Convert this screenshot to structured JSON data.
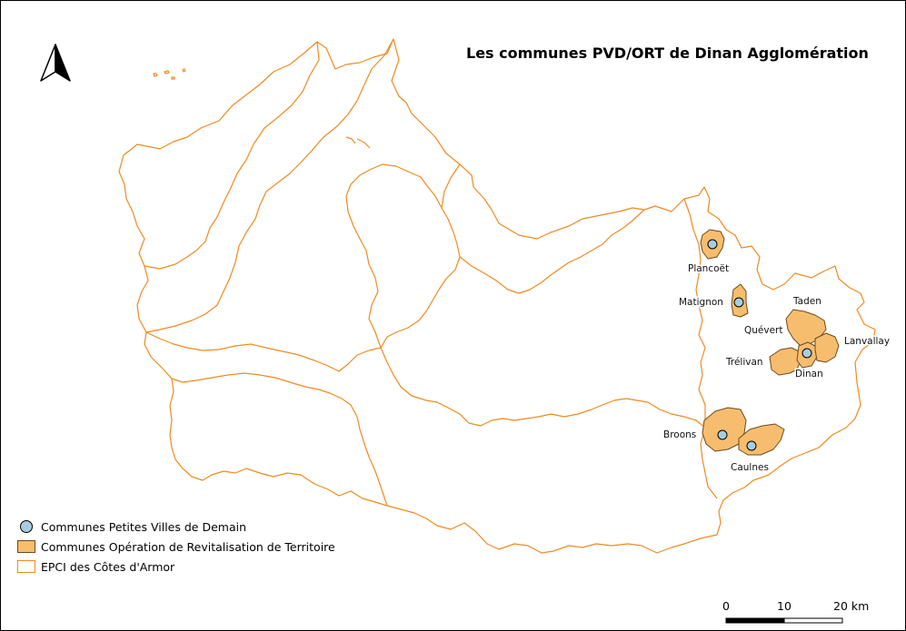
{
  "map": {
    "title": "Les communes PVD/ORT de Dinan Agglomération",
    "north_arrow": "north-arrow-icon",
    "colors": {
      "epci_outline": "#f08a1f",
      "ort_fill": "#f7bd6e",
      "pvd_point": "#a9cde0"
    },
    "communes": [
      {
        "name": "Plancoët"
      },
      {
        "name": "Matignon"
      },
      {
        "name": "Taden"
      },
      {
        "name": "Quévert"
      },
      {
        "name": "Lanvallay"
      },
      {
        "name": "Trélivan"
      },
      {
        "name": "Dinan"
      },
      {
        "name": "Broons"
      },
      {
        "name": "Caulnes"
      }
    ],
    "legend": [
      {
        "symbol": "circle",
        "label": "Communes Petites Villes de Demain"
      },
      {
        "symbol": "filled-polygon",
        "label": "Communes Opération de Revitalisation de Territoire"
      },
      {
        "symbol": "outline-polygon",
        "label": "EPCI des Côtes d'Armor"
      }
    ],
    "scalebar": {
      "ticks": [
        "0",
        "10",
        "20 km"
      ]
    }
  }
}
